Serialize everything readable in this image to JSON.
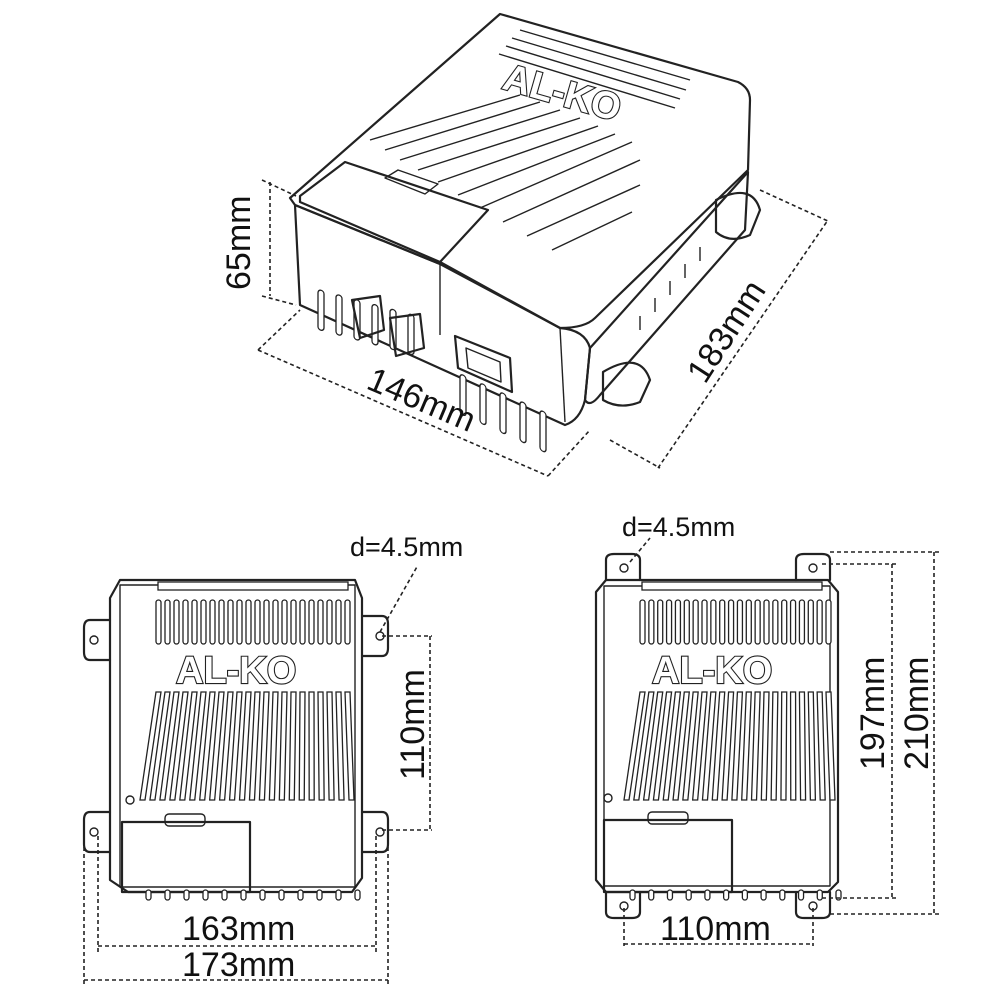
{
  "figure": {
    "brand": "AL-KO",
    "iso_view": {
      "height_label": "65mm",
      "width_label": "146mm",
      "depth_label": "183mm"
    },
    "front_view": {
      "hole_label": "d=4.5mm",
      "hole_spacing_label": "110mm",
      "inner_width_label": "163mm",
      "outer_width_label": "173mm"
    },
    "rear_view": {
      "hole_label": "d=4.5mm",
      "hole_spacing_label": "110mm",
      "inner_length_label": "197mm",
      "outer_length_label": "210mm"
    }
  }
}
